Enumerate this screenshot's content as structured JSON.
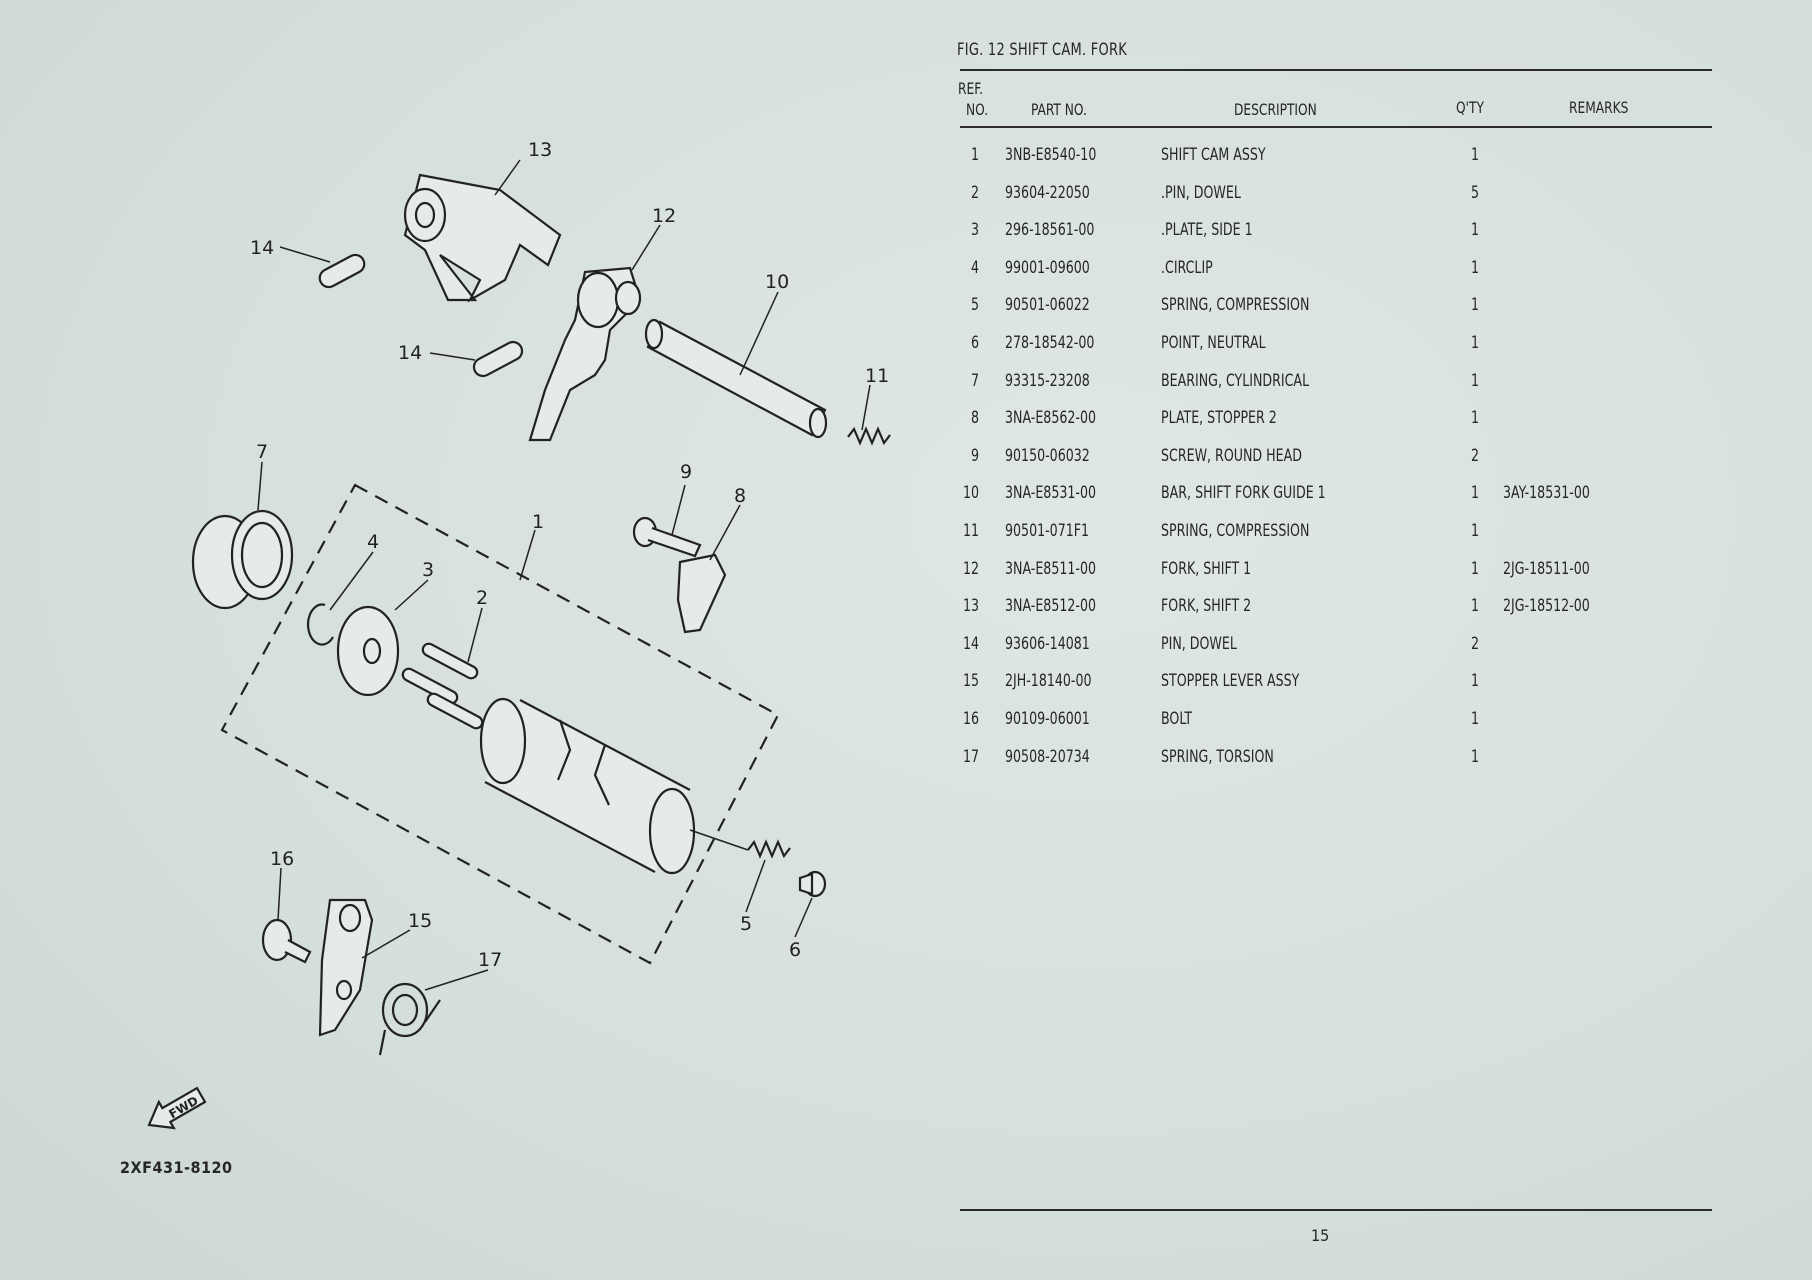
{
  "figure": {
    "title": "FIG. 12  SHIFT CAM. FORK",
    "drawing_code": "2XF431-8120",
    "fwd_label": "FWD"
  },
  "table": {
    "headers": {
      "ref_top": "REF.",
      "ref_bottom": "NO.",
      "part_no": "PART NO.",
      "description": "DESCRIPTION",
      "qty": "Q'TY",
      "remarks": "REMARKS"
    },
    "rows": [
      {
        "ref": "1",
        "part_no": "3NB-E8540-10",
        "description": "SHIFT CAM ASSY",
        "qty": "1",
        "remarks": ""
      },
      {
        "ref": "2",
        "part_no": "93604-22050",
        "description": ".PIN, DOWEL",
        "qty": "5",
        "remarks": ""
      },
      {
        "ref": "3",
        "part_no": "296-18561-00",
        "description": ".PLATE, SIDE 1",
        "qty": "1",
        "remarks": ""
      },
      {
        "ref": "4",
        "part_no": "99001-09600",
        "description": ".CIRCLIP",
        "qty": "1",
        "remarks": ""
      },
      {
        "ref": "5",
        "part_no": "90501-06022",
        "description": "SPRING, COMPRESSION",
        "qty": "1",
        "remarks": ""
      },
      {
        "ref": "6",
        "part_no": "278-18542-00",
        "description": "POINT, NEUTRAL",
        "qty": "1",
        "remarks": ""
      },
      {
        "ref": "7",
        "part_no": "93315-23208",
        "description": "BEARING, CYLINDRICAL",
        "qty": "1",
        "remarks": ""
      },
      {
        "ref": "8",
        "part_no": "3NA-E8562-00",
        "description": "PLATE, STOPPER 2",
        "qty": "1",
        "remarks": ""
      },
      {
        "ref": "9",
        "part_no": "90150-06032",
        "description": "SCREW, ROUND HEAD",
        "qty": "2",
        "remarks": ""
      },
      {
        "ref": "10",
        "part_no": "3NA-E8531-00",
        "description": "BAR, SHIFT FORK GUIDE 1",
        "qty": "1",
        "remarks": "3AY-18531-00"
      },
      {
        "ref": "11",
        "part_no": "90501-071F1",
        "description": "SPRING, COMPRESSION",
        "qty": "1",
        "remarks": ""
      },
      {
        "ref": "12",
        "part_no": "3NA-E8511-00",
        "description": "FORK, SHIFT 1",
        "qty": "1",
        "remarks": "2JG-18511-00"
      },
      {
        "ref": "13",
        "part_no": "3NA-E8512-00",
        "description": "FORK, SHIFT 2",
        "qty": "1",
        "remarks": "2JG-18512-00"
      },
      {
        "ref": "14",
        "part_no": "93606-14081",
        "description": "PIN, DOWEL",
        "qty": "2",
        "remarks": ""
      },
      {
        "ref": "15",
        "part_no": "2JH-18140-00",
        "description": "STOPPER LEVER ASSY",
        "qty": "1",
        "remarks": ""
      },
      {
        "ref": "16",
        "part_no": "90109-06001",
        "description": "BOLT",
        "qty": "1",
        "remarks": ""
      },
      {
        "ref": "17",
        "part_no": "90508-20734",
        "description": "SPRING, TORSION",
        "qty": "1",
        "remarks": ""
      }
    ]
  },
  "diagram": {
    "callouts": [
      "13",
      "12",
      "10",
      "11",
      "14",
      "14",
      "7",
      "9",
      "8",
      "1",
      "4",
      "3",
      "2",
      "16",
      "15",
      "17",
      "5",
      "6"
    ]
  },
  "footer": {
    "page_number": "15"
  }
}
